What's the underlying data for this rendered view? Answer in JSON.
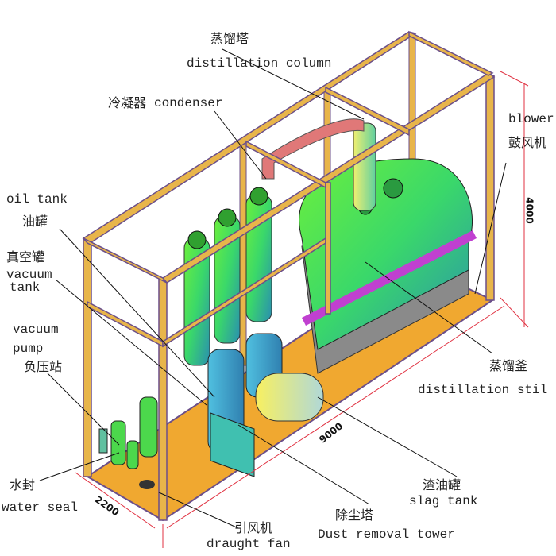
{
  "labels": {
    "distillation_column": {
      "zh": "蒸馏塔",
      "en": "distillation column"
    },
    "condenser": {
      "zh": "冷凝器",
      "en": "condenser"
    },
    "blower": {
      "en": "blower",
      "zh": "鼓风机"
    },
    "oil_tank": {
      "en": "oil tank",
      "zh": "油罐"
    },
    "vacuum_tank": {
      "zh": "真空罐",
      "en1": "vacuum",
      "en2": "tank"
    },
    "vacuum_pump": {
      "en1": "vacuum",
      "en2": "pump",
      "zh": "负压站"
    },
    "distillation_still": {
      "zh": "蒸馏釜",
      "en": "distillation stil"
    },
    "water_seal": {
      "zh": "水封",
      "en": "water seal"
    },
    "slag_tank": {
      "zh": "渣油罐",
      "en": "slag tank"
    },
    "dust_removal_tower": {
      "zh": "除尘塔",
      "en": "Dust removal tower"
    },
    "draught_fan": {
      "zh": "引风机",
      "en": "draught fan"
    }
  },
  "dimensions": {
    "height": "4000",
    "length": "9000",
    "width": "2200"
  },
  "colors": {
    "frame": "#e8b54a",
    "frame_edge": "#6b4f8a",
    "floor": "#f0a830",
    "tank": "#4ce04c",
    "dimension": "#e03040"
  }
}
